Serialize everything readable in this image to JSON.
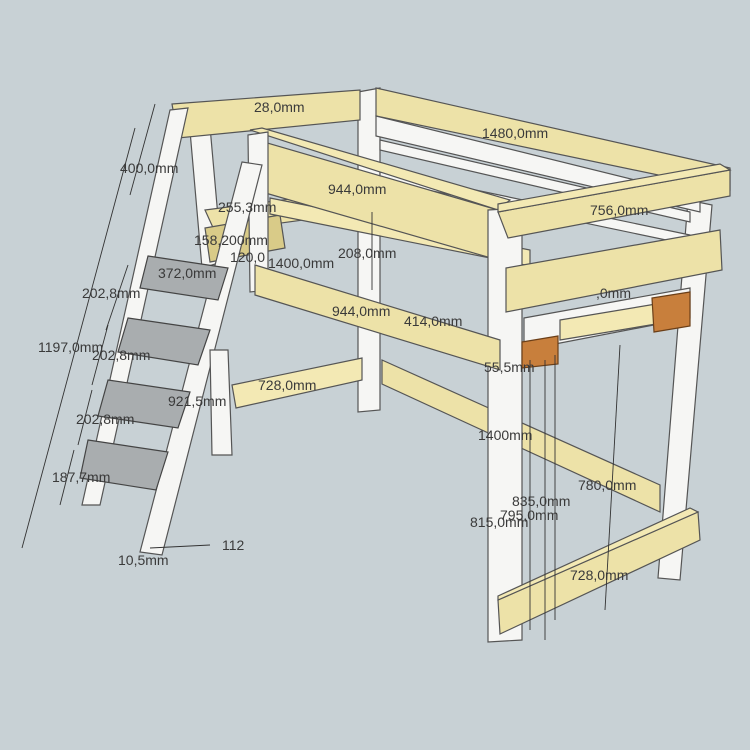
{
  "title": "Loft bed with ladder - dimensioned model",
  "dimensions": {
    "top_end_rail": "28,0mm",
    "top_long_rail": "1480,0mm",
    "ladder_top_height": "400,0mm",
    "front_rail_upper": "944,0mm",
    "foot_width": "756,0mm",
    "cleat": "255,3mm",
    "joint_a": "158,200mm",
    "joint_b": "120,0",
    "mid_long": "1400,0mm",
    "rail_height": "208,0mm",
    "step_width": "372,0mm",
    "step_gap_1": "202,8mm",
    "ladder_total": "1197,0mm",
    "step_gap_2": "202,8mm",
    "front_rail_lower": "944,0mm",
    "side_offset": "414,0mm",
    "slat_span": ",0mm",
    "block_offset": "55,5mm",
    "bottom_side_rail": "728,0mm",
    "ladder_rail": "921,5mm",
    "step_gap_3": "202,8mm",
    "step_gap_4": "187,7mm",
    "lower_long": "1400mm",
    "end_rail_low": "780,0mm",
    "post_h_1": "835,0mm",
    "post_h_2": "795,0mm",
    "post_h_3": "815,0mm",
    "ladder_foot": "112",
    "ladder_foot_mm": "10,5mm",
    "foot_rail": "728,0mm"
  }
}
